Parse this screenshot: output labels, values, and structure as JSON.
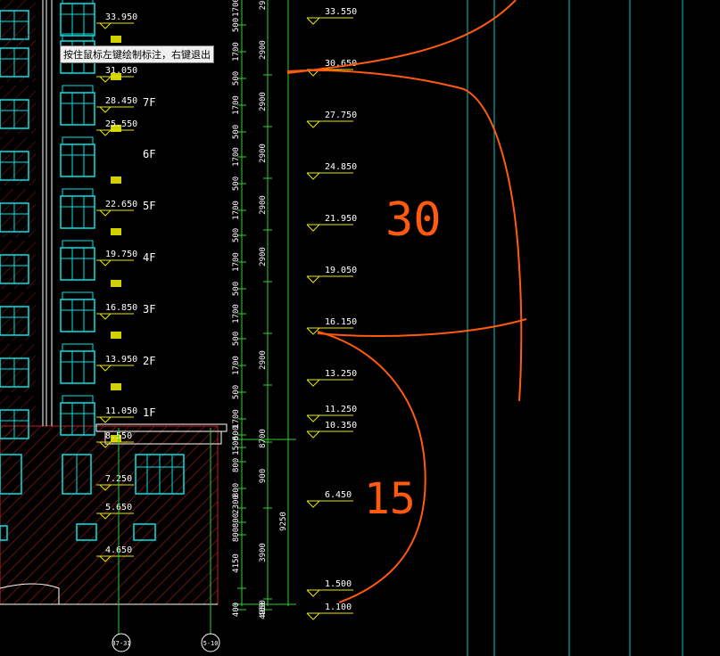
{
  "tooltip": "按住鼠标左键绘制标注，右键退出",
  "colors": {
    "background": "#000000",
    "window_cyan": "#00e5e5",
    "grid_cyan": "#00c8c8",
    "dim_green": "#2dd52d",
    "level_yellow": "#e8e800",
    "white": "#ffffff",
    "hatch_red": "#a01818",
    "annotation_orange": "#ff5a10"
  },
  "floor_labels": [
    "7F",
    "6F",
    "5F",
    "4F",
    "3F",
    "2F",
    "1F"
  ],
  "left_levels": [
    "33.950",
    "31.050",
    "28.450",
    "25.550",
    "22.650",
    "19.750",
    "16.850",
    "13.950",
    "11.050",
    "8.550",
    "7.250",
    "5.650",
    "4.650"
  ],
  "right_levels": [
    "33.550",
    "30.650",
    "27.750",
    "24.850",
    "21.950",
    "19.050",
    "16.150",
    "13.250",
    "11.250",
    "10.350",
    "6.450",
    "1.500",
    "1.100"
  ],
  "dim_col1": [
    "500",
    "1700",
    "500",
    "1700",
    "500",
    "1700",
    "500",
    "1700",
    "500",
    "1700",
    "500",
    "1700",
    "500",
    "1700",
    "500",
    "1700",
    "500",
    "1500",
    "800",
    "800",
    "2300",
    "800",
    "800",
    "4150",
    "400"
  ],
  "dim_col2": [
    "2900",
    "2900",
    "2900",
    "2900",
    "2900",
    "2900",
    "8700",
    "900",
    "3900",
    "4950",
    "400"
  ],
  "dim_col3": [
    "9250"
  ],
  "dim_top": [
    "1700",
    "29"
  ],
  "axis_labels": [
    "37-31",
    "5-10"
  ],
  "annotations": [
    "30",
    "15"
  ]
}
